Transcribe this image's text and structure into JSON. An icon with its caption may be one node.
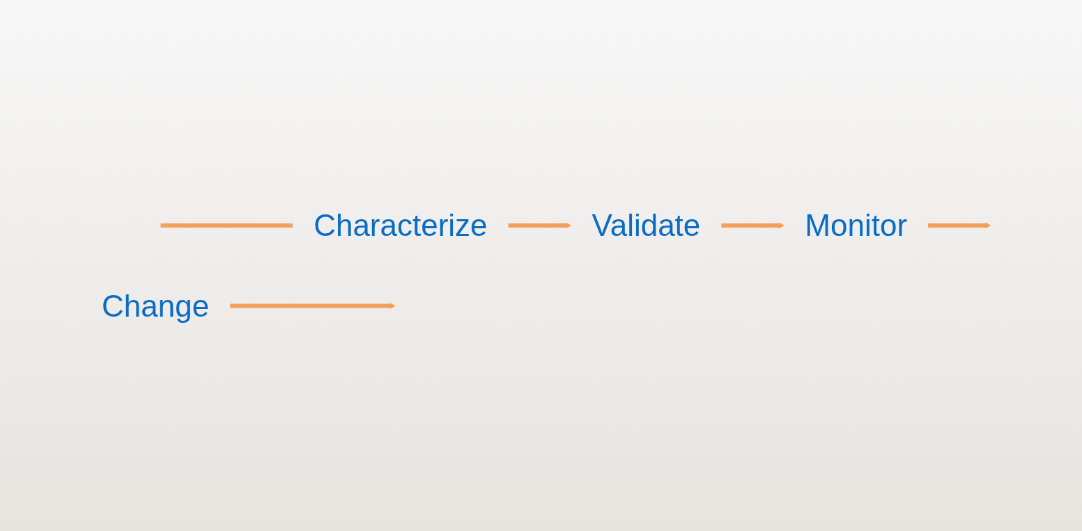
{
  "diagram": {
    "nodes": [
      {
        "text": [
          "Characterize"
        ]
      },
      {
        "text": [
          "Validate"
        ]
      },
      {
        "text": [
          "Monitor"
        ]
      },
      {
        "text": [
          "Change"
        ]
      }
    ],
    "edges": [
      {
        "from": null,
        "to": 0,
        "arrow": "none"
      },
      {
        "from": 0,
        "to": 1,
        "arrow": "to"
      },
      {
        "from": 1,
        "to": 2,
        "arrow": "to"
      },
      {
        "from": 2,
        "to": null,
        "arrow": "to"
      },
      {
        "from": 3,
        "to": null,
        "arrow": "to"
      }
    ]
  }
}
